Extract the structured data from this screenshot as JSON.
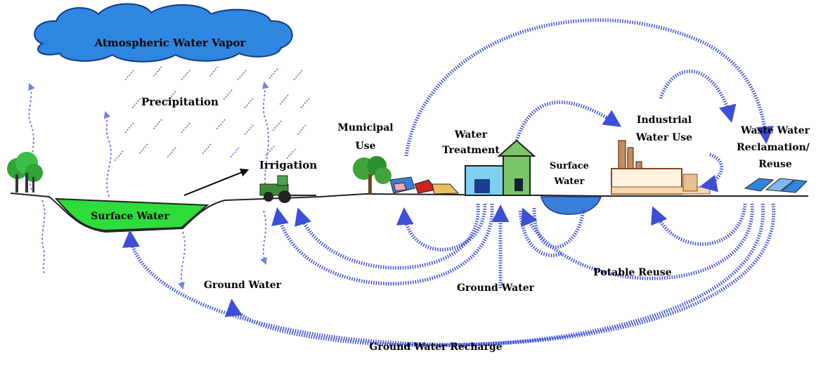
{
  "labels": {
    "atmosphere": "Atmospheric Water Vapor",
    "precipitation": "Precipitation",
    "irrigation": "Irrigation",
    "municipal_1": "Municipal",
    "municipal_2": "Use",
    "treatment_1": "Water",
    "treatment_2": "Treatment",
    "industrial_1": "Industrial",
    "industrial_2": "Water Use",
    "waste_1": "Waste Water",
    "waste_2": "Reclamation/",
    "waste_3": "Reuse",
    "surface_water_left": "Surface Water",
    "surface_water_right_1": "Surface",
    "surface_water_right_2": "Water",
    "ground_water_left": "Ground Water",
    "ground_water_center": "Ground Water",
    "potable_reuse": "Potable Reuse",
    "ground_water_recharge": "Ground Water Recharge"
  },
  "colors": {
    "flow_arrow": "#3d4fd6",
    "cloud": "#2f86e0",
    "surface_water": "#2fdc3c",
    "pond": "#3a7fd8",
    "rain": "#6f82e6"
  }
}
